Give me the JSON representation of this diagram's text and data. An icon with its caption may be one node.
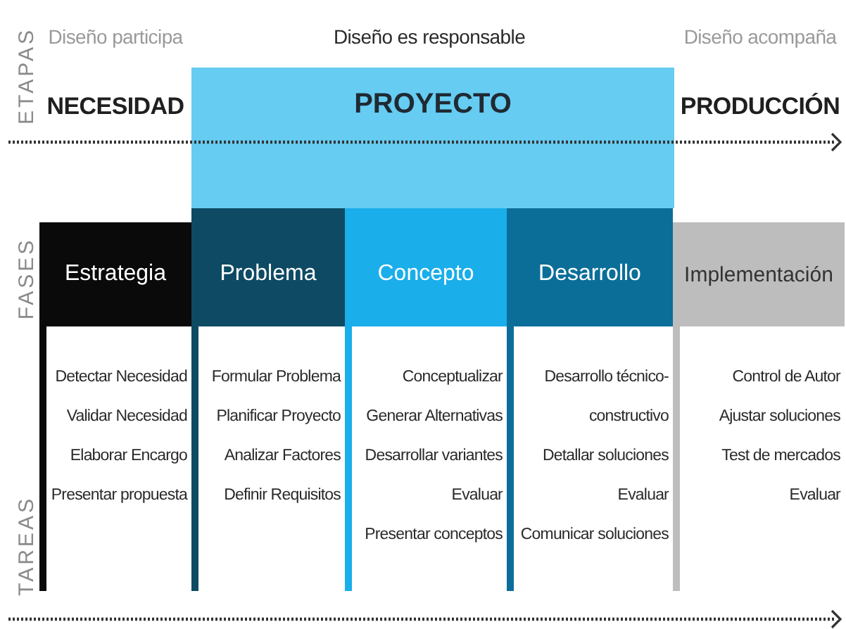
{
  "diagram": {
    "nodes": [
      {
        "text": [
          "PROYECTO"
        ]
      },
      {
        "text": [
          "Estrategia"
        ],
        "beside": [
          "Detectar Necesidad",
          "Validar Necesidad",
          "Elaborar Encargo",
          "Presentar propuesta"
        ]
      },
      {
        "text": [
          "Problema"
        ],
        "beside": [
          "Formular Problema",
          "Planificar Proyecto",
          "Analizar Factores",
          "Definir Requisitos"
        ]
      },
      {
        "text": [
          "Concepto"
        ],
        "beside": [
          "Conceptualizar",
          "Generar Alternativas",
          "Desarrollar variantes",
          "Evaluar",
          "Presentar conceptos"
        ]
      },
      {
        "text": [
          "Desarrollo"
        ],
        "beside": [
          "Desarrollo técnico-constructivo",
          "Detallar soluciones",
          "Evaluar",
          "Comunicar soluciones"
        ]
      },
      {
        "text": [
          "Implementación"
        ],
        "beside": [
          "Control de Autor",
          "Ajustar soluciones",
          "Test de mercados",
          "Evaluar"
        ]
      }
    ],
    "edges": [],
    "labels": [
      "ETAPAS",
      "Diseño participa",
      "Diseño es responsable",
      "Diseño acompaña",
      "NECESIDAD",
      "PRODUCCIÓN",
      "FASES",
      "TAREAS"
    ]
  }
}
